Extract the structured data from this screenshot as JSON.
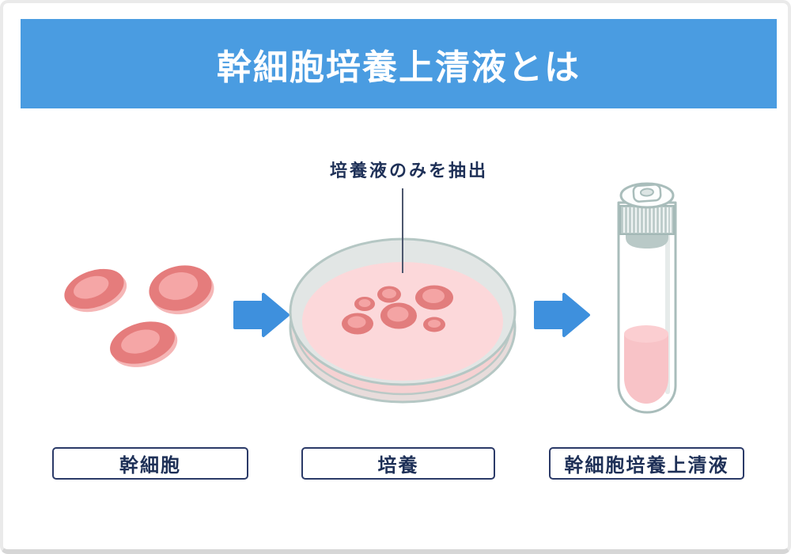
{
  "banner": {
    "title": "幹細胞培養上清液とは",
    "background_color": "#4a9ce1",
    "text_color": "#ffffff"
  },
  "diagram": {
    "annotation": {
      "text": "培養液のみを抽出",
      "color": "#1e3057"
    },
    "steps": [
      {
        "label": "幹細胞",
        "illustration": "stem-cells"
      },
      {
        "label": "培養",
        "illustration": "petri-dish"
      },
      {
        "label": "幹細胞培養上清液",
        "illustration": "test-tube"
      }
    ],
    "icons": [
      {
        "name": "flow-arrow-icon",
        "count": 2,
        "direction": "right"
      }
    ],
    "colors": {
      "arrow_blue": "#3e90dd",
      "label_border_navy": "#2b3a68",
      "label_text_navy": "#1e3057",
      "cell_body_red": "#e57c7c",
      "cell_inner_pink": "#f5a6a6",
      "culture_liquid_pink": "#fcd8da",
      "tube_liquid_pink": "#f8c3c7",
      "glass_stroke_teal": "#b5c7c4",
      "pointer_line": "#4d576e"
    }
  }
}
